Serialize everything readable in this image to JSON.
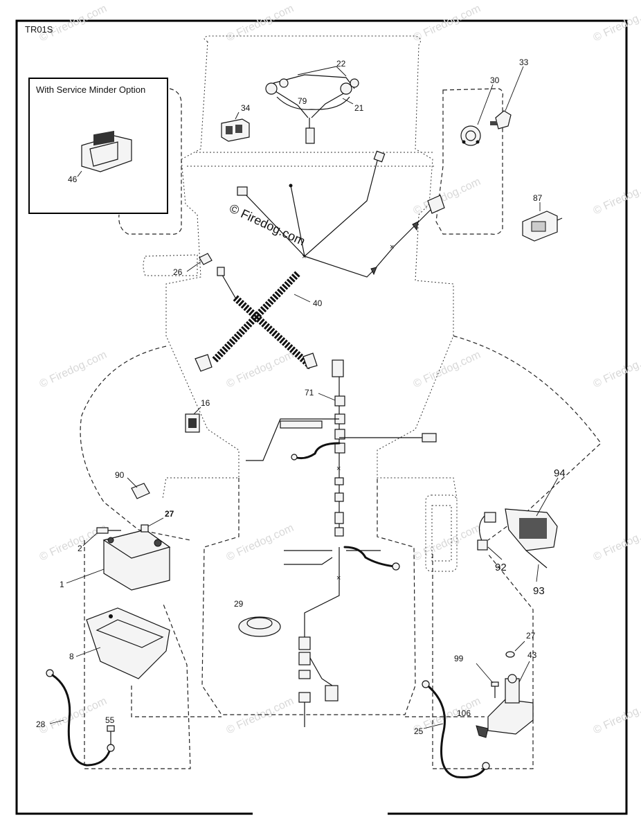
{
  "diagram_code": "TR01S",
  "inset_title": "With Service Minder Option",
  "watermark_center": "© Firedog.com",
  "watermark_tile": "© Firedog.com",
  "parts": {
    "p1": "1",
    "p2": "2",
    "p8": "8",
    "p16": "16",
    "p21": "21",
    "p22": "22",
    "p25": "25",
    "p26": "26",
    "p27_top": "27",
    "p27_right": "27",
    "p28": "28",
    "p29": "29",
    "p30": "30",
    "p33": "33",
    "p34": "34",
    "p40": "40",
    "p43": "43",
    "p46": "46",
    "p55": "55",
    "p71": "71",
    "p79": "79",
    "p87": "87",
    "p90": "90",
    "p92": "92",
    "p93": "93",
    "p94": "94",
    "p99": "99",
    "p106": "106"
  }
}
